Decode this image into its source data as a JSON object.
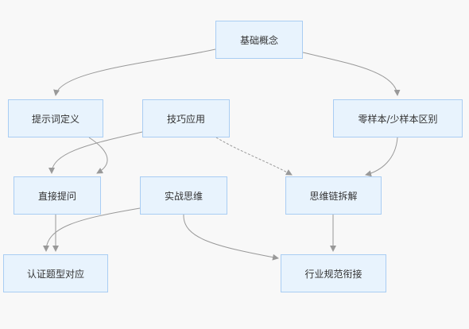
{
  "nodes": {
    "basic": "基础概念",
    "prompt_def": "提示词定义",
    "skill": "技巧应用",
    "zero_few": "零样本/少样本区别",
    "direct": "直接提问",
    "practice": "实战思维",
    "chain": "思维链拆解",
    "cert": "认证题型对应",
    "industry": "行业规范衔接"
  },
  "colors": {
    "node_fill": "#e8f3fd",
    "node_border": "#a9cdf3",
    "edge": "#999999",
    "background": "#f8f8f8"
  }
}
